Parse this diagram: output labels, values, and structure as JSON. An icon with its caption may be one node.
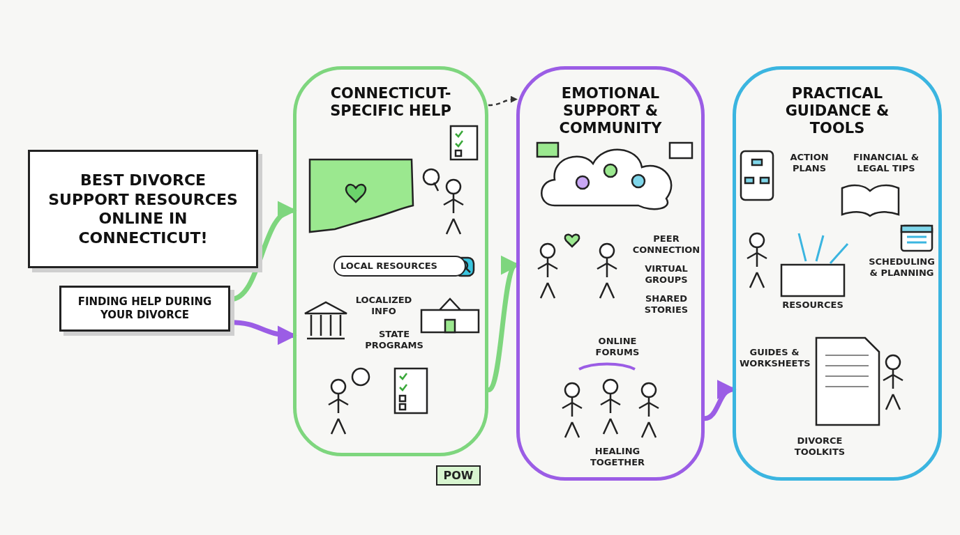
{
  "diagram": {
    "nodes": [
      {
        "text": [
          "BEST DIVORCE SUPPORT RESOURCES ONLINE IN CONNECTICUT!"
        ]
      },
      {
        "text": [
          "FINDING HELP DURING YOUR DIVORCE"
        ]
      },
      {
        "text": [
          "CONNECTICUT-SPECIFIC HELP"
        ]
      },
      {
        "text": [
          "EMOTIONAL SUPPORT & COMMUNITY"
        ]
      },
      {
        "text": [
          "PRACTICAL GUIDANCE & TOOLS"
        ]
      }
    ],
    "edges": [
      {
        "from": 1,
        "to": 2,
        "arrow": "to",
        "color": "#7ed67e"
      },
      {
        "from": 1,
        "to": 2,
        "arrow": "to",
        "color": "#9b5de5"
      },
      {
        "from": 2,
        "to": 3,
        "arrow": "to",
        "color": "#7ed67e"
      },
      {
        "from": 2,
        "to": 3,
        "arrow": "to",
        "style": "dashed",
        "color": "#333333"
      },
      {
        "from": 3,
        "to": 4,
        "arrow": "to",
        "color": "#9b5de5"
      }
    ],
    "labels": [
      "LOCAL RESOURCES",
      "LOCALIZED INFO",
      "STATE PROGRAMS",
      "POW",
      "PEER CONNECTION",
      "VIRTUAL GROUPS",
      "SHARED STORIES",
      "ONLINE FORUMS",
      "HEALING TOGETHER",
      "ACTION PLANS",
      "FINANCIAL & LEGAL TIPS",
      "RESOURCES",
      "SCHEDULING & PLANNING",
      "GUIDES & WORKSHEETS",
      "DIVORCE TOOLKITS"
    ]
  }
}
